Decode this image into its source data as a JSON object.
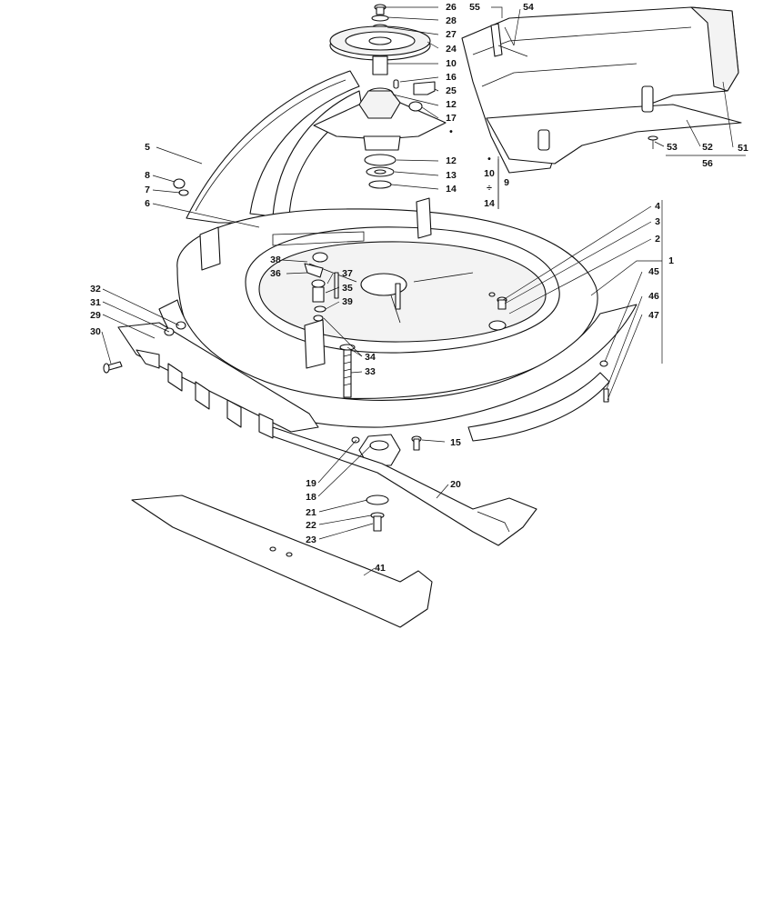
{
  "diagram": {
    "callouts": [
      "26",
      "28",
      "27",
      "24",
      "10",
      "16",
      "25",
      "12",
      "17",
      "12",
      "13",
      "14",
      "55",
      "54",
      "51",
      "52",
      "53",
      "56",
      "5",
      "8",
      "7",
      "6",
      "38",
      "36",
      "37",
      "35",
      "39",
      "34",
      "33",
      "4",
      "3",
      "2",
      "1",
      "45",
      "46",
      "47",
      "32",
      "31",
      "29",
      "30",
      "15",
      "19",
      "18",
      "20",
      "21",
      "22",
      "23",
      "41"
    ],
    "legend": {
      "bullet": "•",
      "range_from": "10",
      "range_sep": "÷",
      "range_to": "14",
      "group": "9"
    }
  }
}
